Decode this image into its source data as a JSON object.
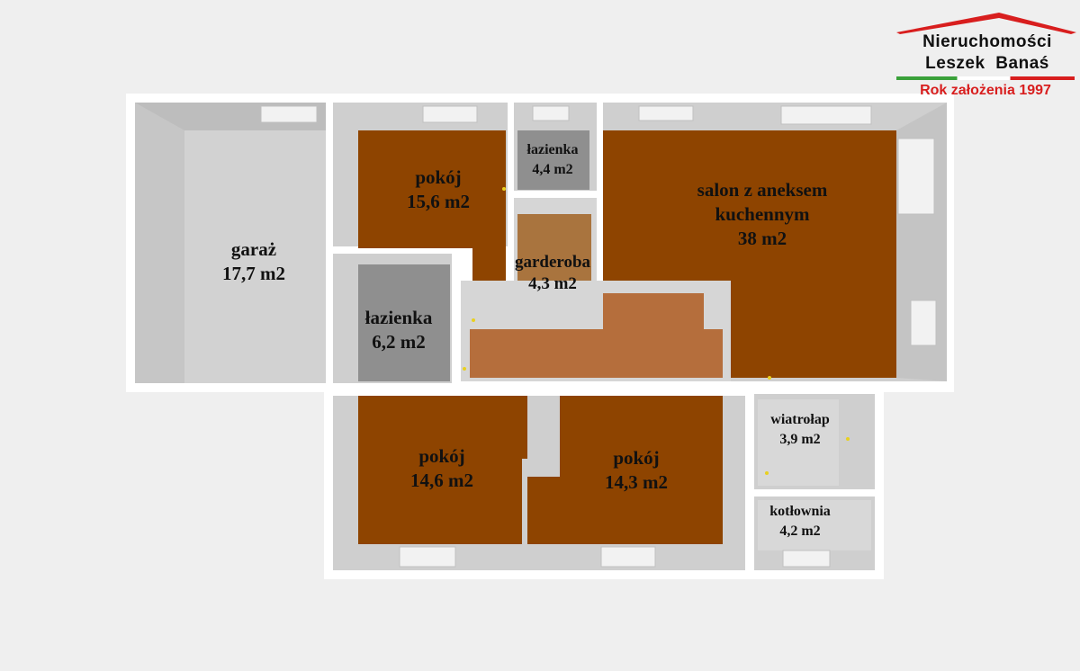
{
  "logo": {
    "line1": "Nieruchomości",
    "line2": "Leszek Banaś",
    "line3": "Rok założenia 1997",
    "colors": {
      "roof": "#d81e1e",
      "green": "#3aa13a",
      "red": "#d81e1e"
    }
  },
  "rooms": {
    "garaz": {
      "name": "garaż",
      "area": "17,7 m2",
      "floor_color": "#d2d2d2"
    },
    "pokoj_top": {
      "name": "pokój",
      "area": "15,6 m2",
      "floor_color": "#8e4400"
    },
    "lazienka_small": {
      "name": "łazienka",
      "area": "4,4 m2",
      "floor_color": "#8f8f8f"
    },
    "garderoba": {
      "name": "garderoba",
      "area": "4,3 m2",
      "floor_color": "#a9743e"
    },
    "salon": {
      "name": "salon z aneksem",
      "name2": "kuchennym",
      "area": "38 m2",
      "floor_color": "#8e4400"
    },
    "lazienka_big": {
      "name": "łazienka",
      "area": "6,2 m2",
      "floor_color": "#8f8f8f"
    },
    "korytarz": {
      "floor_color": "#b56e3c"
    },
    "pokoj_bl": {
      "name": "pokój",
      "area": "14,6 m2",
      "floor_color": "#8e4400"
    },
    "pokoj_bm": {
      "name": "pokój",
      "area": "14,3 m2",
      "floor_color": "#8e4400"
    },
    "wiatrolap": {
      "name": "wiatrołap",
      "area": "3,9 m2",
      "floor_color": "#d8d8d8"
    },
    "kotlownia": {
      "name": "kotłownia",
      "area": "4,2 m2",
      "floor_color": "#d8d8d8"
    }
  }
}
